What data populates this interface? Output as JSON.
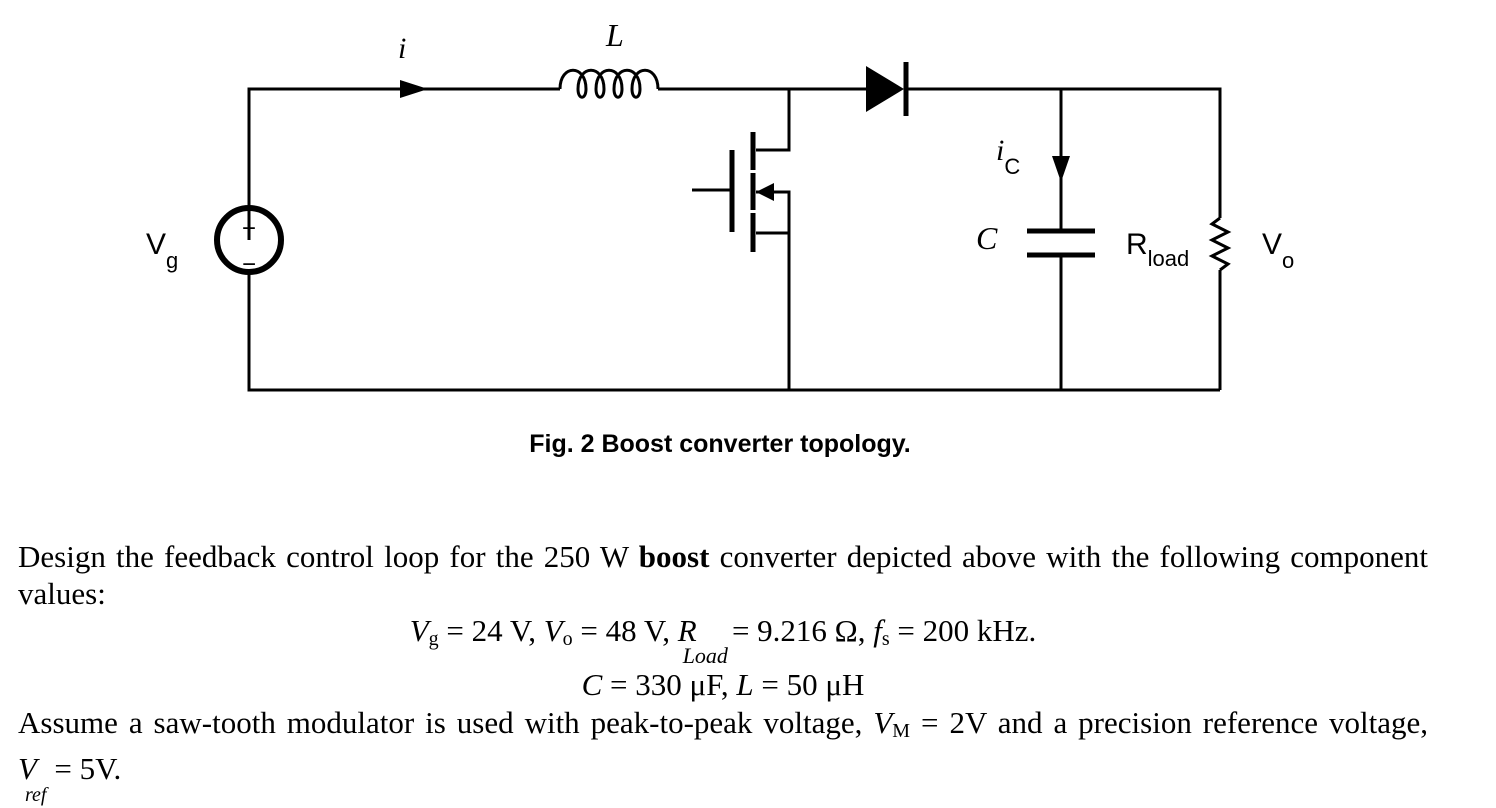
{
  "diagram": {
    "labels": {
      "current_i": "i",
      "inductor": "L",
      "capacitor_current": "i",
      "capacitor_current_sub": "C",
      "capacitor": "C",
      "load": "R",
      "load_sub": "load",
      "output": "V",
      "output_sub": "o",
      "source": "V",
      "source_sub": "g",
      "plus": "+",
      "minus": "−"
    },
    "caption": "Fig. 2 Boost converter topology."
  },
  "problem": {
    "p1_pre": "Design the feedback control loop for the 250 W ",
    "p1_bold": "boost",
    "p1_post": " converter depicted above with the following component values:",
    "eq1": {
      "vg_sym": "V",
      "vg_sub": "g",
      "vg_val": " = 24 V, ",
      "vo_sym": "V",
      "vo_sub": "o",
      "vo_val": " = 48 V, ",
      "r_sym": "R",
      "r_sub": "Load",
      "r_val": "= 9.216 Ω, ",
      "fs_sym": "f",
      "fs_sub": "s",
      "fs_val": " = 200 kHz."
    },
    "eq2": {
      "c_sym": "C",
      "c_val": " = 330 μF, ",
      "l_sym": "L",
      "l_val": " = 50 μH"
    },
    "p2_pre": "Assume a saw-tooth modulator is used with peak-to-peak voltage, ",
    "p2_vm_sym": "V",
    "p2_vm_sub": "M",
    "p2_vm_val": " = 2V and a precision reference voltage, ",
    "p2_vref_sym": "V",
    "p2_vref_sub": "ref",
    "p2_vref_val": "= 5V."
  }
}
